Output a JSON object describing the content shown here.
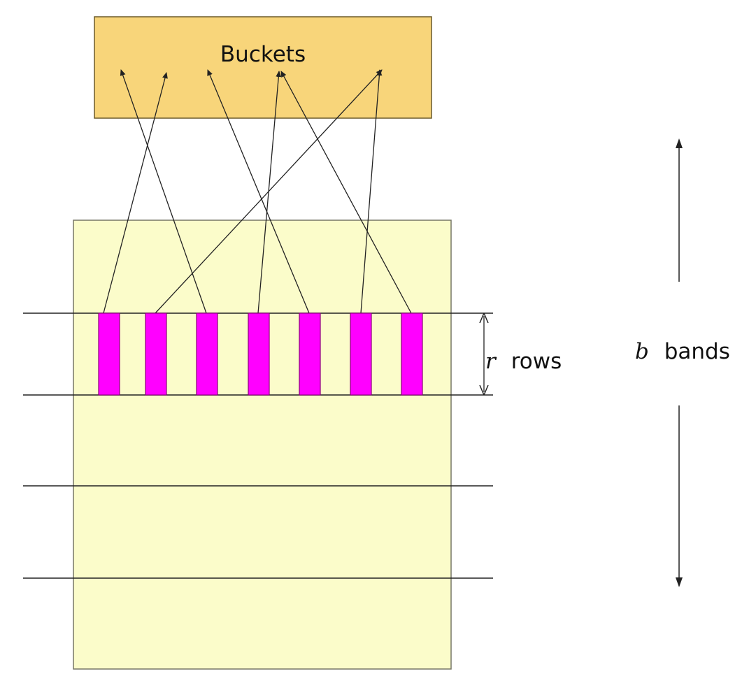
{
  "buckets_label": "Buckets",
  "rows_label": {
    "variable": "r",
    "word": "rows"
  },
  "bands_label": {
    "variable": "b",
    "word": "bands"
  },
  "colors": {
    "buckets_fill": "#f8d57a",
    "buckets_border": "#6b5a2a",
    "matrix_fill": "#fbfcca",
    "matrix_border": "#777766",
    "column_fill": "#ff00ff",
    "column_border": "#8a007a",
    "line": "#222222"
  }
}
